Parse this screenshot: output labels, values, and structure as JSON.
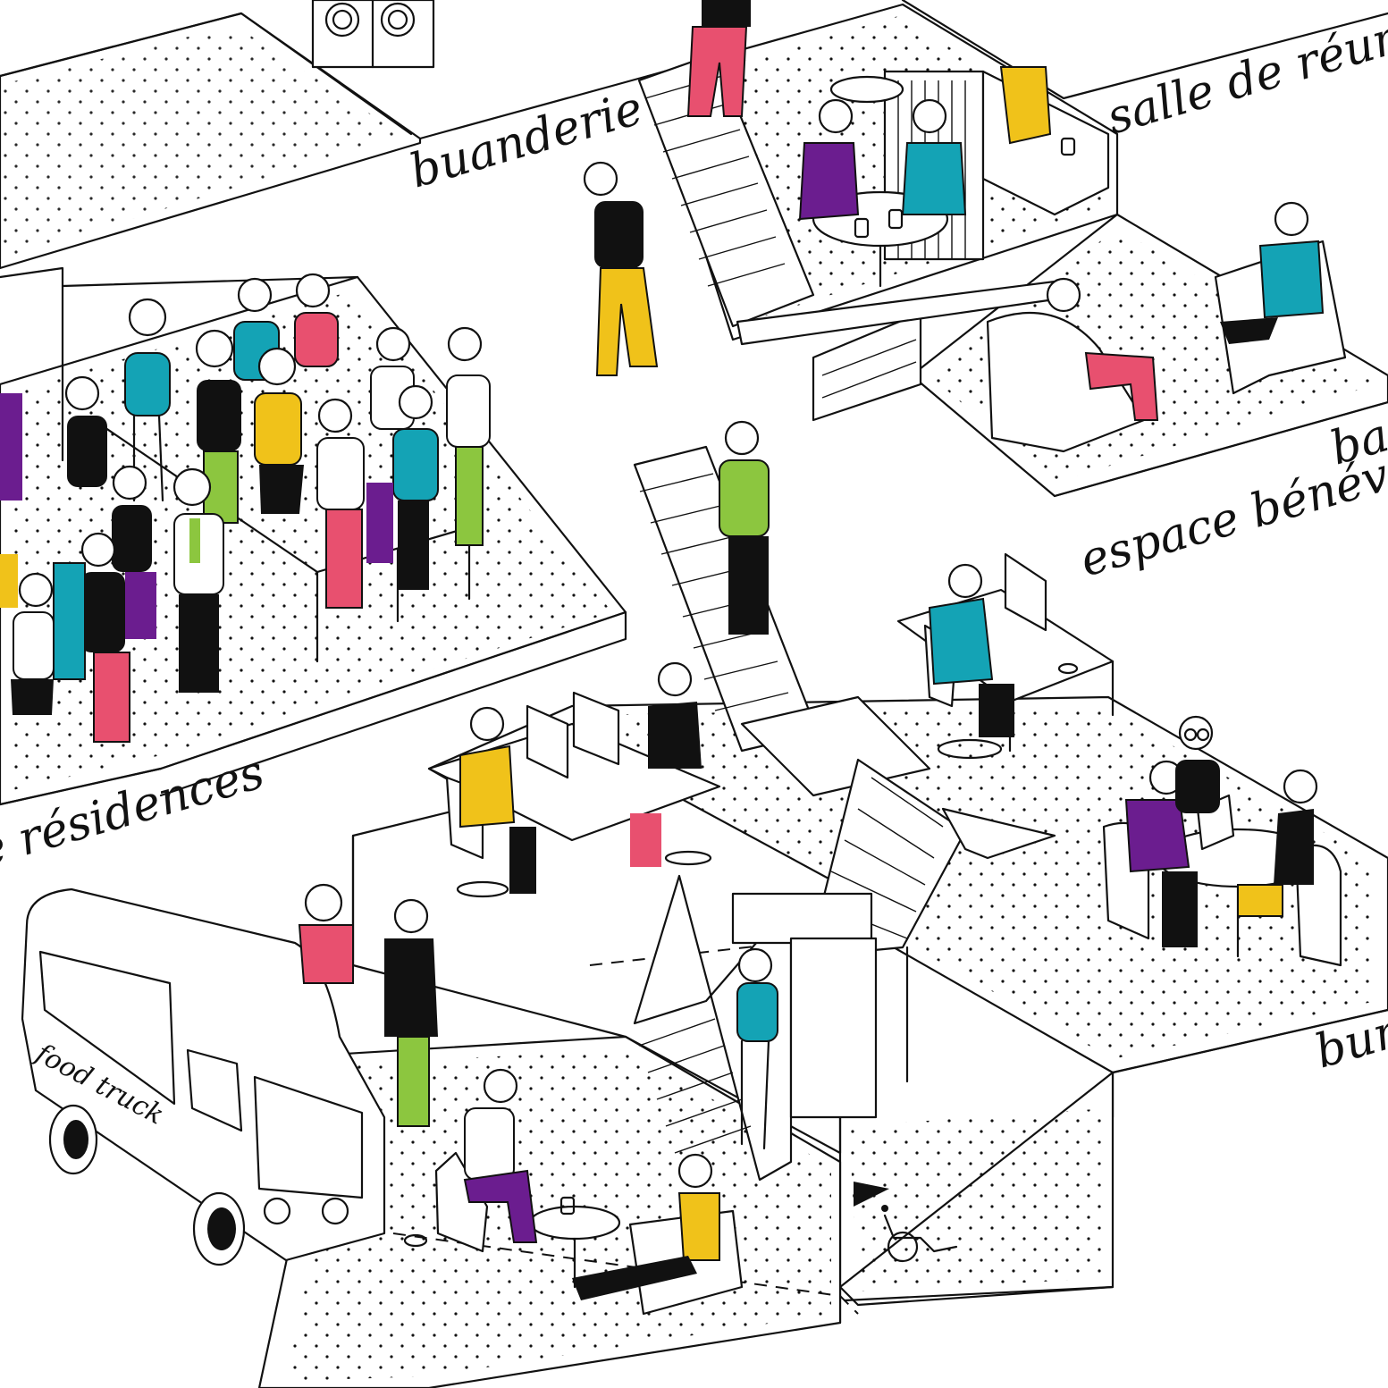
{
  "labels": {
    "buanderie": "buanderie",
    "salle_de_reunion": "salle de réun",
    "espace_benevole": "espace bénévol",
    "bar": "ba",
    "residences": "le résidences",
    "bureau": "bur",
    "food_truck": "food truck"
  },
  "colors": {
    "purple": "#6b1d8f",
    "teal": "#14a3b5",
    "yellow": "#f0c21a",
    "pink": "#e8506f",
    "green": "#8cc63f",
    "black": "#111111"
  }
}
